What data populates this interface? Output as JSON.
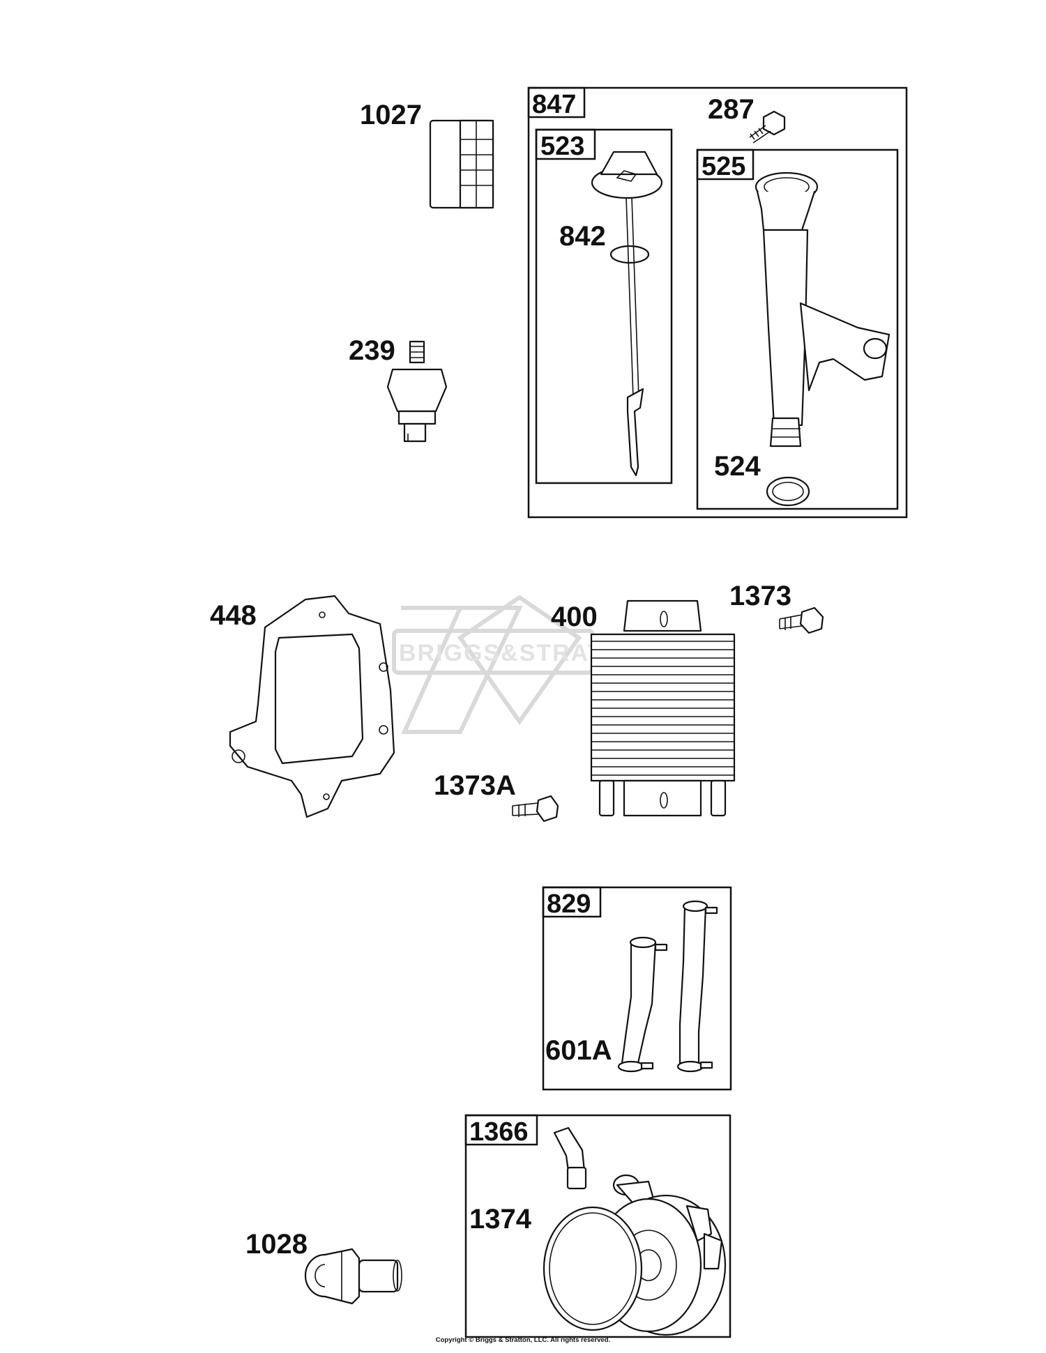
{
  "diagram": {
    "callouts": {
      "c1027": "1027",
      "c239": "239",
      "c847": "847",
      "c523": "523",
      "c842": "842",
      "c287": "287",
      "c525": "525",
      "c524": "524",
      "c448": "448",
      "c400": "400",
      "c1373": "1373",
      "c1373A": "1373A",
      "c829": "829",
      "c601A": "601A",
      "c1366": "1366",
      "c1374": "1374",
      "c1028": "1028"
    },
    "watermark": "BRIGGS&STRATTON",
    "copyright": "Copyright © Briggs & Stratton, LLC. All rights reserved."
  }
}
